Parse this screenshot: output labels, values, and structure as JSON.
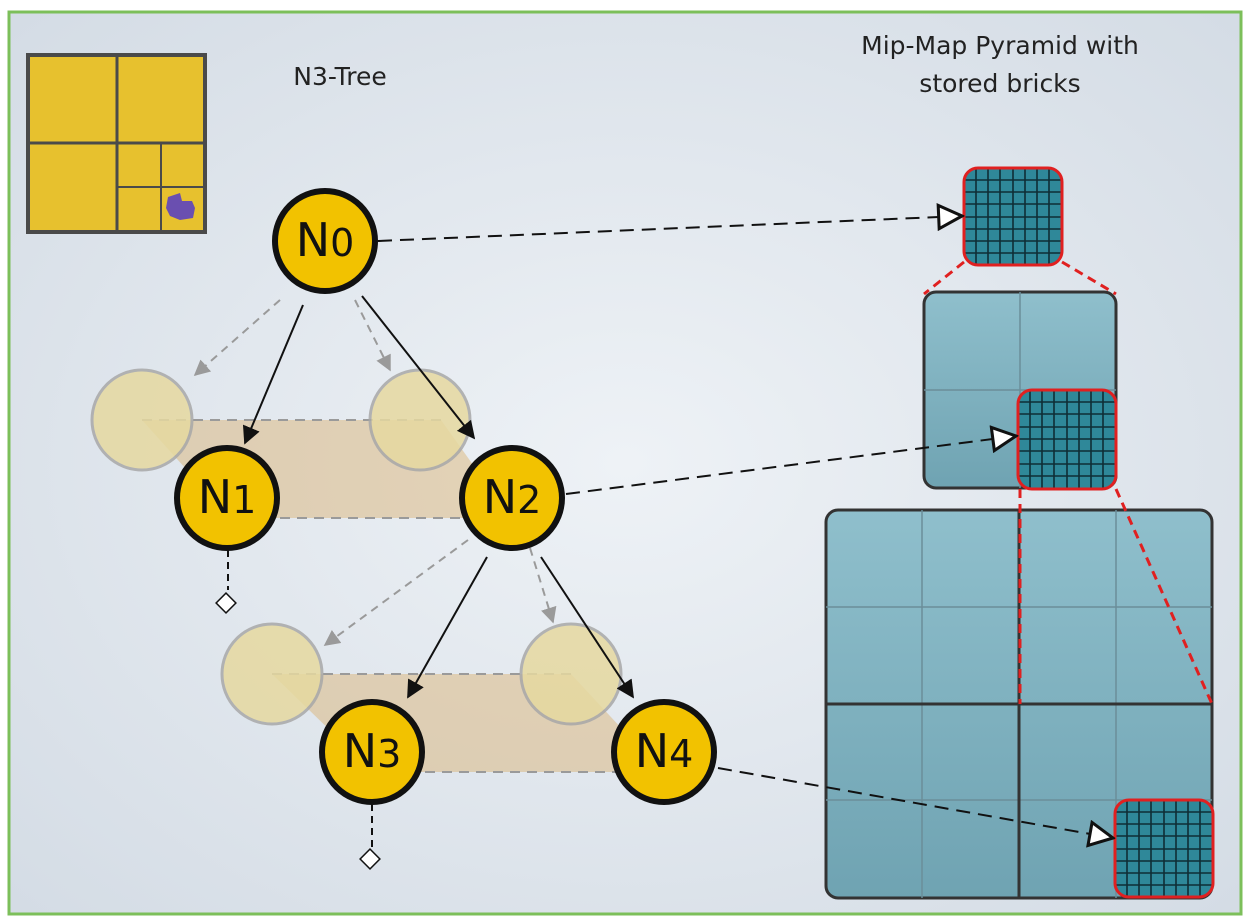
{
  "tree_title": "N3-Tree",
  "pyramid_title_line1": "Mip-Map Pyramid with",
  "pyramid_title_line2": "stored bricks",
  "nodes": [
    {
      "letter": "N",
      "sub": "0"
    },
    {
      "letter": "N",
      "sub": "1"
    },
    {
      "letter": "N",
      "sub": "2"
    },
    {
      "letter": "N",
      "sub": "3"
    },
    {
      "letter": "N",
      "sub": "4"
    }
  ],
  "colors": {
    "frame": "#7cbf5a",
    "background": "#dfe6ee",
    "node_fill": "#f2c200",
    "ghost_node": "#e6d9a0",
    "brick_fill": "#7fb1bf",
    "highlight": "#e02020",
    "grid_brick": "#2f8899",
    "quad_yellow": "#e7c12e",
    "blob": "#6a4fb0"
  }
}
